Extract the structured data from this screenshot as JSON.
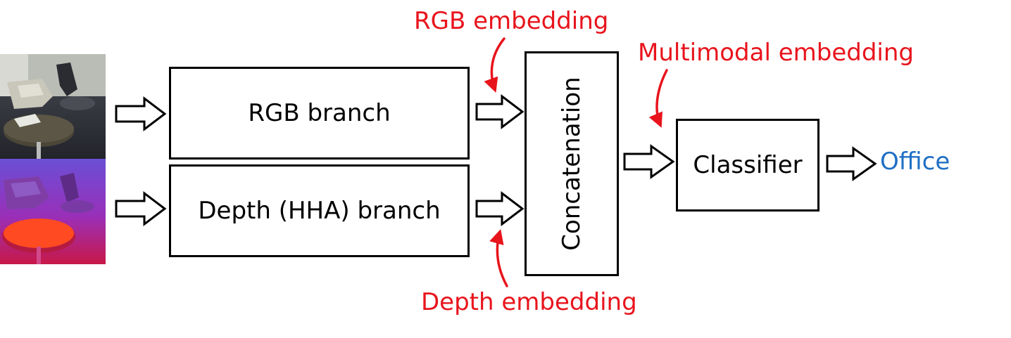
{
  "boxes": {
    "rgb_branch": "RGB branch",
    "depth_branch": "Depth (HHA) branch",
    "concatenation": "Concatenation",
    "classifier": "Classifier"
  },
  "annotations": {
    "rgb_embedding": "RGB embedding",
    "multimodal_embedding": "Multimodal embedding",
    "depth_embedding": "Depth embedding"
  },
  "output": {
    "label": "Office"
  },
  "colors": {
    "annotation": "#e8141c",
    "output": "#1f6fc4",
    "box_border": "#000000"
  }
}
